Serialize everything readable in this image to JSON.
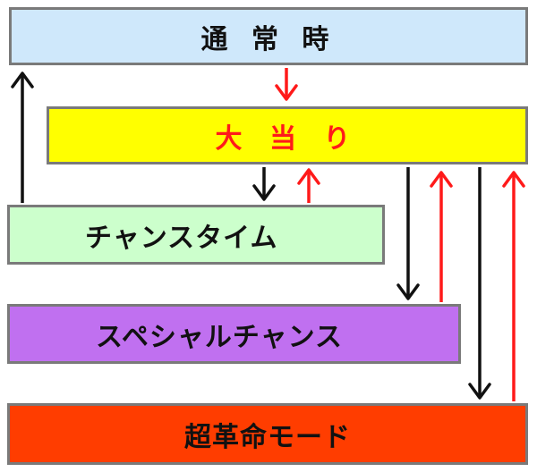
{
  "states": {
    "normal": "通 常 時",
    "jackpot": "大 当 り",
    "chance_time": "チャンスタイム",
    "special_chance": "スペシャルチャンス",
    "super_revolution": "超革命モード"
  },
  "colors": {
    "normal_fill": "#cfe8fb",
    "jackpot_fill": "#ffff00",
    "jackpot_text": "#ff1a1a",
    "chance_fill": "#ccffcc",
    "special_fill": "#c070f0",
    "super_fill": "#ff3d00",
    "arrow_black": "#111111",
    "arrow_red": "#ff1a1a",
    "border": "#7a7a7a"
  },
  "transitions": [
    {
      "from": "normal",
      "to": "jackpot",
      "color": "red"
    },
    {
      "from": "jackpot",
      "to": "chance_time",
      "color": "black"
    },
    {
      "from": "chance_time",
      "to": "jackpot",
      "color": "red"
    },
    {
      "from": "chance_time",
      "to": "normal",
      "color": "black"
    },
    {
      "from": "jackpot",
      "to": "special_chance",
      "color": "black"
    },
    {
      "from": "special_chance",
      "to": "jackpot",
      "color": "red"
    },
    {
      "from": "jackpot",
      "to": "super_revolution",
      "color": "black"
    },
    {
      "from": "super_revolution",
      "to": "jackpot",
      "color": "red"
    }
  ]
}
